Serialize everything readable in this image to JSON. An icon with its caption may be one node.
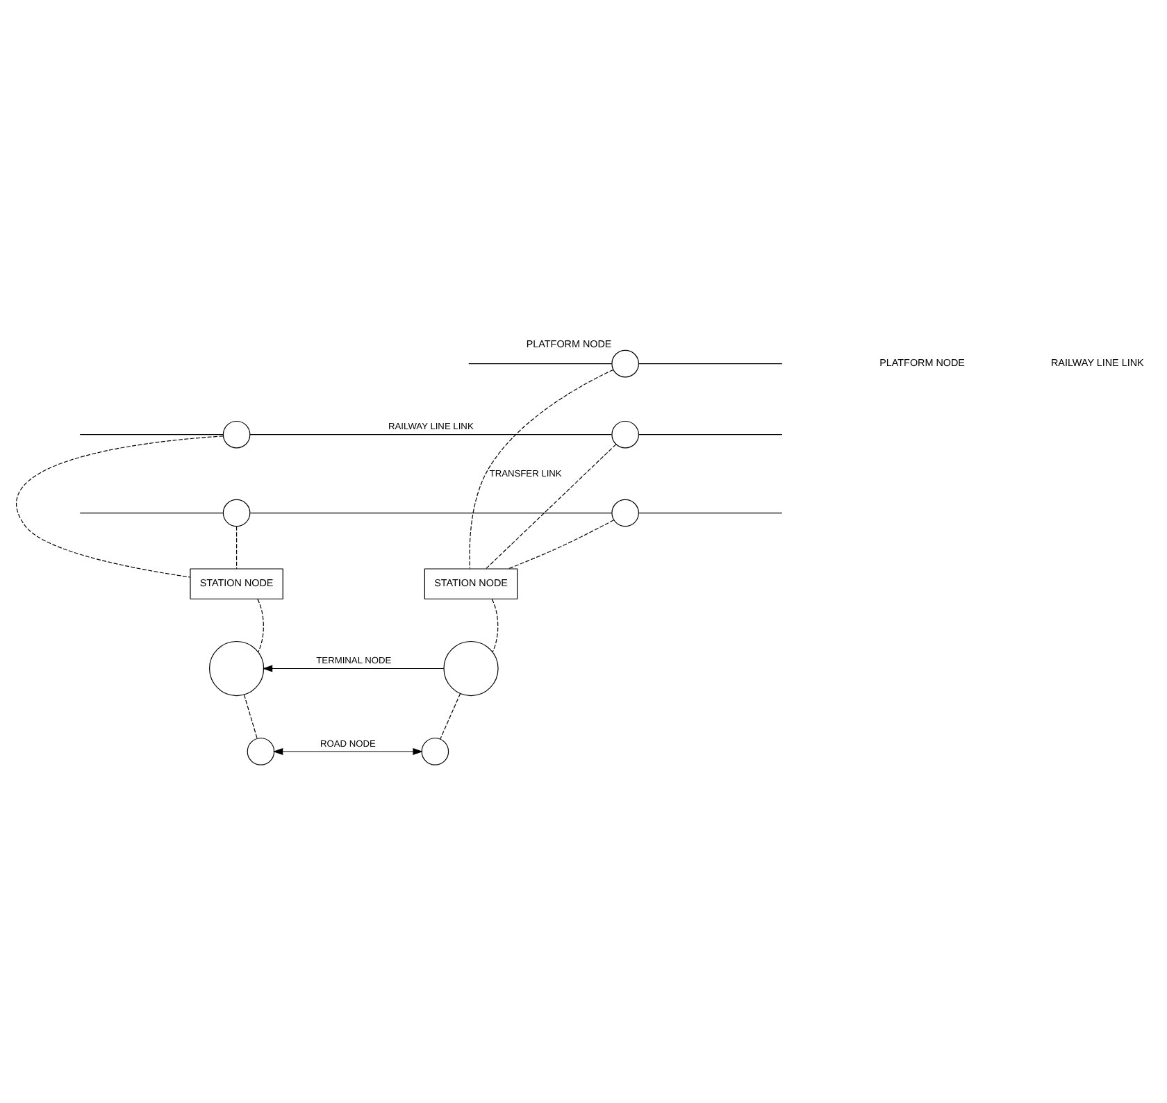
{
  "diagram": {
    "nodes": [
      {
        "text": [
          "PLATFORM NODE"
        ]
      },
      {
        "text": [],
        "shape": "circle"
      },
      {
        "text": [],
        "shape": "circle"
      },
      {
        "text": [],
        "shape": "circle"
      },
      {
        "text": [],
        "shape": "circle"
      },
      {
        "text": [
          "STATION NODE"
        ]
      },
      {
        "text": [
          "STATION NODE"
        ]
      },
      {
        "text": [],
        "shape": "circle"
      },
      {
        "text": [],
        "shape": "circle"
      },
      {
        "text": [],
        "shape": "circle"
      },
      {
        "text": [],
        "shape": "circle"
      }
    ],
    "edges": [
      {
        "from": null,
        "to": 0,
        "arrow": "none"
      },
      {
        "from": 0,
        "to": null,
        "arrow": "none"
      },
      {
        "from": null,
        "to": 1,
        "arrow": "none"
      },
      {
        "from": 1,
        "to": 2,
        "arrow": "none",
        "label": "RAILWAY LINE LINK"
      },
      {
        "from": 2,
        "to": null,
        "arrow": "none"
      },
      {
        "from": null,
        "to": 3,
        "arrow": "none"
      },
      {
        "from": 3,
        "to": 4,
        "arrow": "none"
      },
      {
        "from": 4,
        "to": null,
        "arrow": "none"
      },
      {
        "from": 0,
        "to": 6,
        "arrow": "none",
        "style": "dashed",
        "label": "TRANSFER LINK"
      },
      {
        "from": 1,
        "to": 5,
        "arrow": "none",
        "style": "dashed"
      },
      {
        "from": 3,
        "to": 5,
        "arrow": "none",
        "style": "dashed"
      },
      {
        "from": 2,
        "to": 6,
        "arrow": "none",
        "style": "dashed"
      },
      {
        "from": 4,
        "to": 6,
        "arrow": "none",
        "style": "dashed"
      },
      {
        "from": 5,
        "to": 7,
        "arrow": "none",
        "style": "dashed"
      },
      {
        "from": 7,
        "to": 9,
        "arrow": "none",
        "style": "dashed"
      },
      {
        "from": 6,
        "to": 8,
        "arrow": "none",
        "style": "dashed"
      },
      {
        "from": 8,
        "to": 10,
        "arrow": "none",
        "style": "dashed"
      },
      {
        "from": 8,
        "to": 7,
        "arrow": "to",
        "label": "TERMINAL NODE"
      },
      {
        "from": 9,
        "to": 10,
        "arrow": "both",
        "label": "ROAD NODE"
      }
    ],
    "labels": [
      "PLATFORM NODE",
      "RAILWAY LINE LINK"
    ]
  }
}
